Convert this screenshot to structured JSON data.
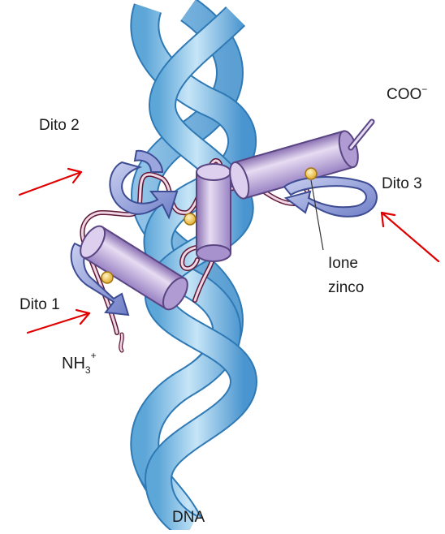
{
  "labels": {
    "coo": "COO",
    "coo_charge": "−",
    "dito2": "Dito 2",
    "dito3": "Dito 3",
    "dito1": "Dito 1",
    "ione": "Ione",
    "zinco": "zinco",
    "nh": "NH",
    "nh_sub": "3",
    "nh_charge": "+",
    "dna": "DNA"
  },
  "colors": {
    "dna_light": "#bfe0f4",
    "dna_mid": "#79b6e0",
    "dna_dark": "#3b86c2",
    "helix_light": "#e3d7f0",
    "helix_mid": "#b9a3d8",
    "helix_dark": "#7d62a8",
    "sheet": "#7f8ed1",
    "loop": "#a0325a",
    "zinc": "#f2c24b",
    "arrow": "#e00000"
  }
}
